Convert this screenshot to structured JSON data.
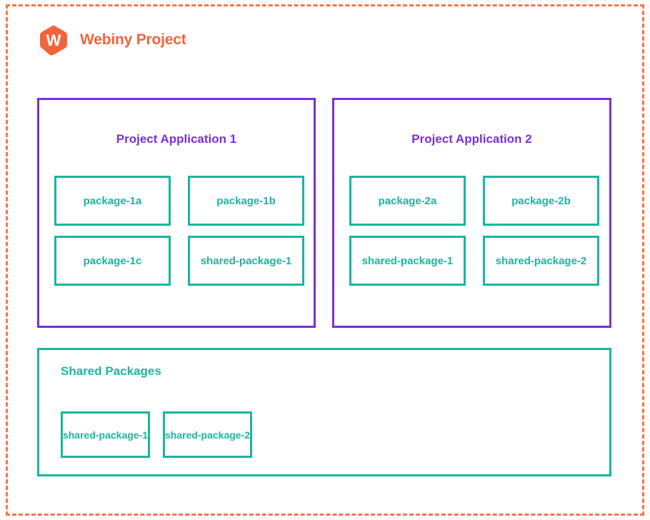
{
  "header": {
    "logo_icon": "webiny-hexagon-logo-icon",
    "logo_letter": "W",
    "title": "Webiny Project"
  },
  "colors": {
    "boundary": "#f7744b",
    "brand_orange": "#f4643c",
    "application_purple": "#7b2fd6",
    "package_teal": "#18b6a0",
    "background": "#ffffff"
  },
  "applications": [
    {
      "title": "Project Application 1",
      "packages": [
        "package-1a",
        "package-1b",
        "package-1c",
        "shared-package-1"
      ]
    },
    {
      "title": "Project Application 2",
      "packages": [
        "package-2a",
        "package-2b",
        "shared-package-1",
        "shared-package-2"
      ]
    }
  ],
  "shared": {
    "title": "Shared Packages",
    "packages": [
      "shared-package-1",
      "shared-package-2"
    ]
  }
}
